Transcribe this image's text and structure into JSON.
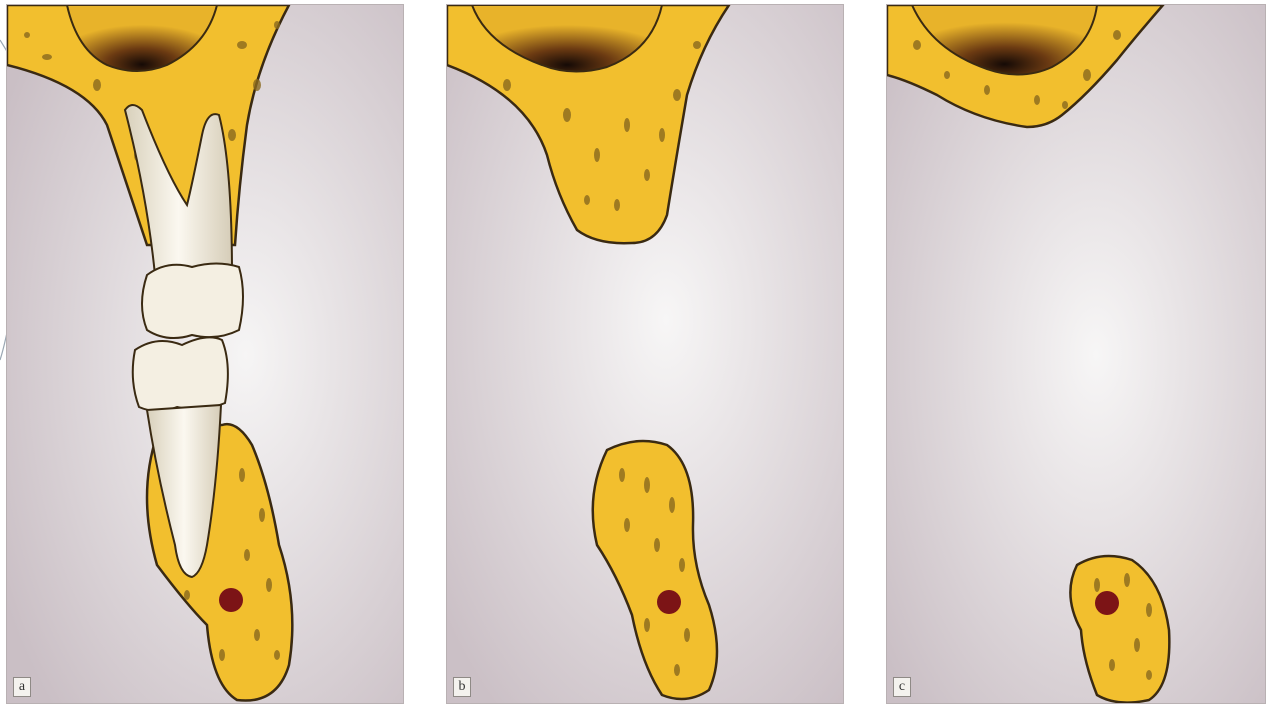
{
  "panels": [
    {
      "label": "a"
    },
    {
      "label": "b"
    },
    {
      "label": "c"
    }
  ],
  "colors": {
    "background_light": "#f2f0f0",
    "background_dark": "#c9bec4",
    "bone_fill": "#f2bf2e",
    "bone_outline": "#3a2a12",
    "trabecular_pore": "#8a6a1e",
    "tooth": "#f1ecdf",
    "canal": "#7c1416",
    "socket_shadow": "#1a0f0a"
  }
}
